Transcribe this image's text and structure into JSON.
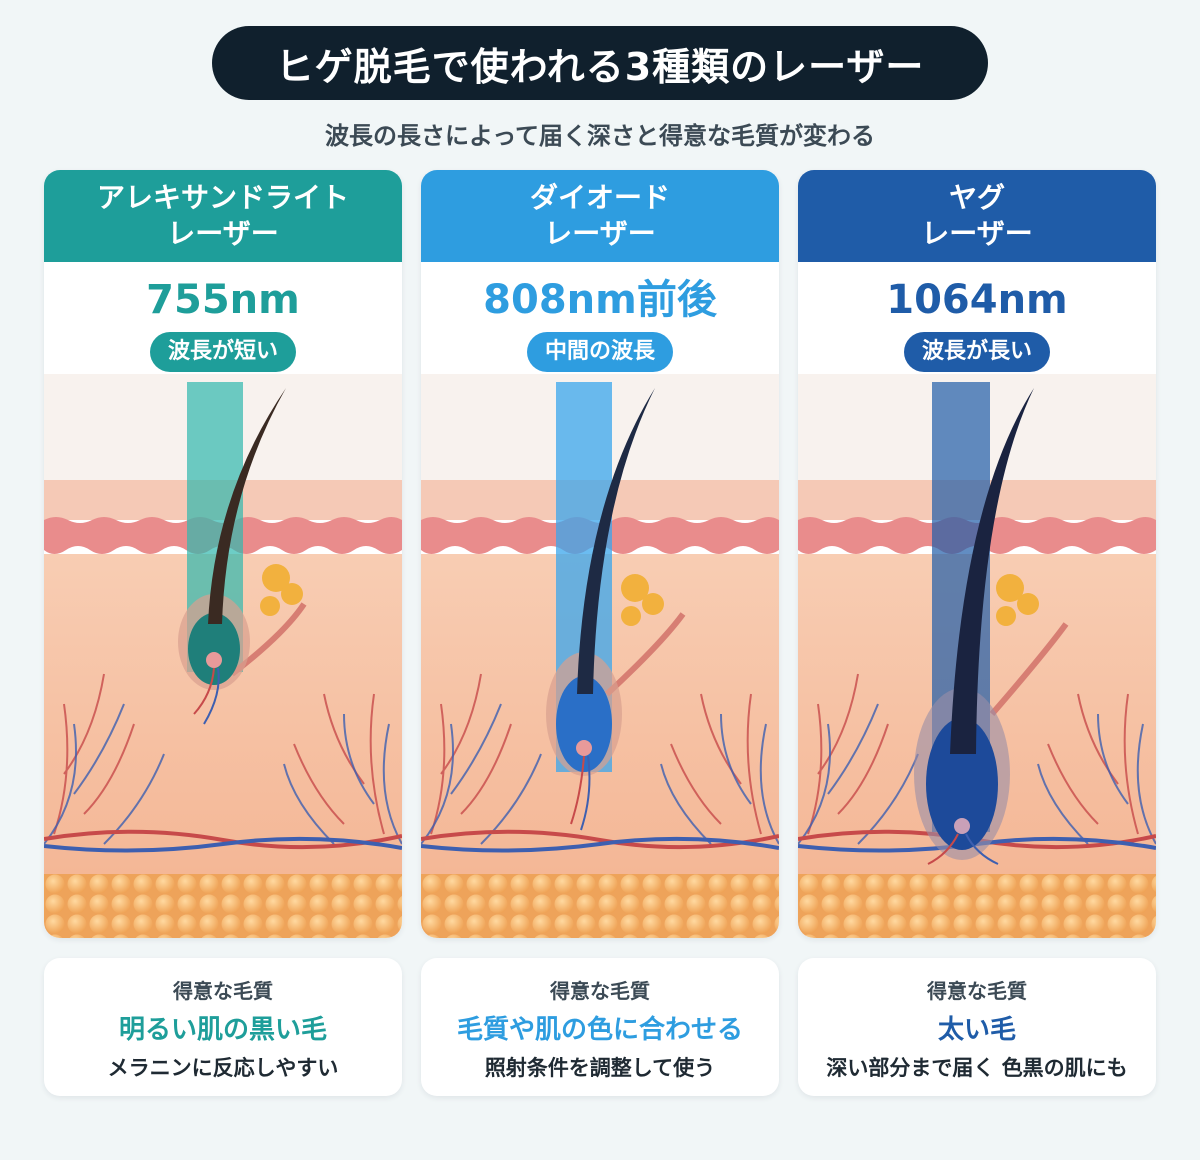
{
  "header": {
    "title": "ヒゲ脱毛で使われる3種類のレーザー",
    "subtitle": "波長の長さによって届く深さと得意な毛質が変わる"
  },
  "columns": [
    {
      "name_line1": "アレキサンドライト",
      "name_line2": "レーザー",
      "wavelength": "755nm",
      "wavelength_note": "波長が短い",
      "hair_label": "得意な毛質",
      "hair_type": "明るい肌の黒い毛",
      "description": "メラニンに反応しやすい",
      "color": "#1e9e9a",
      "beam_depth": "shallow"
    },
    {
      "name_line1": "ダイオード",
      "name_line2": "レーザー",
      "wavelength": "808nm前後",
      "wavelength_note": "中間の波長",
      "hair_label": "得意な毛質",
      "hair_type": "毛質や肌の色に合わせる",
      "description": "照射条件を調整して使う",
      "color": "#2e9de0",
      "beam_depth": "medium"
    },
    {
      "name_line1": "ヤグ",
      "name_line2": "レーザー",
      "wavelength": "1064nm",
      "wavelength_note": "波長が長い",
      "hair_label": "得意な毛質",
      "hair_type": "太い毛",
      "description": "深い部分まで届く 色黒の肌にも",
      "color": "#1f5ca8",
      "beam_depth": "deep"
    }
  ]
}
